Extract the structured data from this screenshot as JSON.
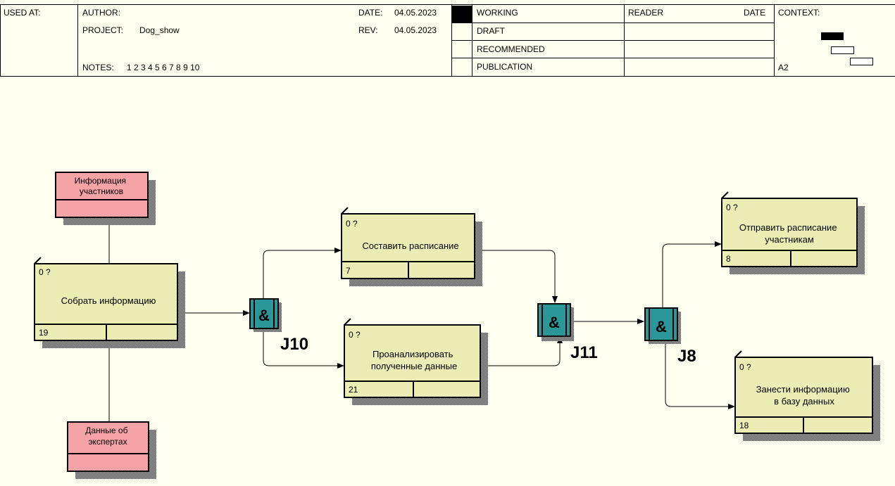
{
  "header": {
    "used_at": "USED AT:",
    "author_label": "AUTHOR:",
    "project_label": "PROJECT:",
    "project_value": "Dog_show",
    "notes_label": "NOTES:",
    "notes_value": "1 2 3 4 5 6 7 8 9 10",
    "date_label": "DATE:",
    "date_value": "04.05.2023",
    "rev_label": "REV:",
    "rev_value": "04.05.2023",
    "statuses": [
      "WORKING",
      "DRAFT",
      "RECOMMENDED",
      "PUBLICATION"
    ],
    "active_status": "WORKING",
    "reader_label": "READER",
    "reader_date_label": "DATE",
    "context_label": "CONTEXT:",
    "node": "A2"
  },
  "diagram": {
    "activities": [
      {
        "id": "collect",
        "title": "Собрать информацию",
        "lines": [
          "Собрать информацию"
        ],
        "cost": "0 ?",
        "number": "19"
      },
      {
        "id": "schedule",
        "title": "Составить расписание",
        "lines": [
          "Составить расписание"
        ],
        "cost": "0 ?",
        "number": "7"
      },
      {
        "id": "analyze",
        "title": "Проанализировать полученные данные",
        "lines": [
          "Проанализировать",
          "полученные данные"
        ],
        "cost": "0 ?",
        "number": "21"
      },
      {
        "id": "send",
        "title": "Отправить расписание участникам",
        "lines": [
          "Отправить расписание",
          "участникам"
        ],
        "cost": "0 ?",
        "number": "8"
      },
      {
        "id": "store",
        "title": "Занести информацию в базу данных",
        "lines": [
          "Занести информацию",
          "в базу данных"
        ],
        "cost": "0 ?",
        "number": "18"
      }
    ],
    "objects": [
      {
        "id": "participants",
        "lines": [
          "Информация",
          "участников"
        ]
      },
      {
        "id": "experts",
        "lines": [
          "Данные об",
          "экспертах"
        ]
      }
    ],
    "junctions": [
      {
        "id": "J10",
        "symbol": "&",
        "label": "J10"
      },
      {
        "id": "J11",
        "symbol": "&",
        "label": "J11"
      },
      {
        "id": "J8",
        "symbol": "&",
        "label": "J8"
      }
    ],
    "colors": {
      "activity_fill": "#ecedb4",
      "object_fill": "#f5a3a6",
      "junction_fill": "#2c9798",
      "background": "#fffff0"
    }
  }
}
